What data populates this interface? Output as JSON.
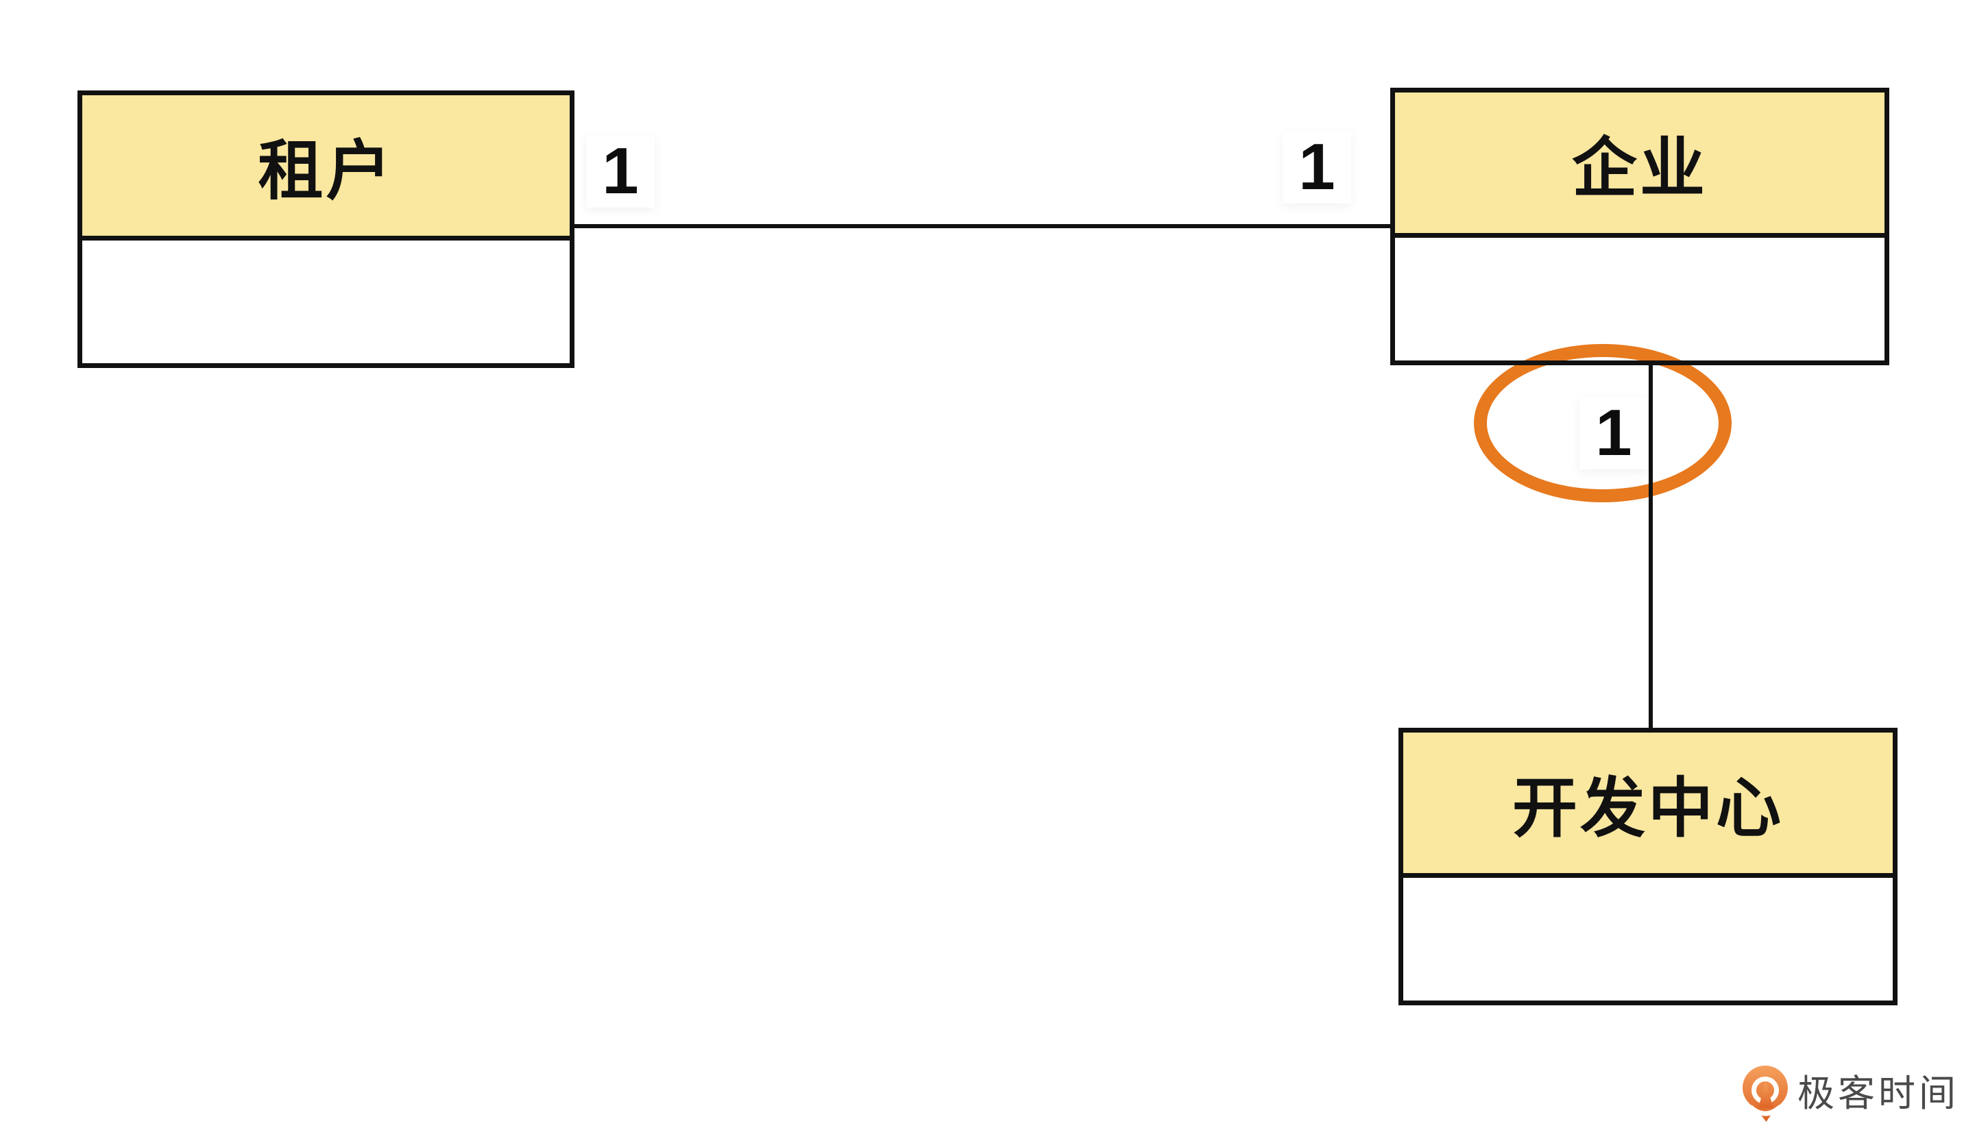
{
  "entities": {
    "tenant": {
      "label": "租户"
    },
    "enterprise": {
      "label": "企业"
    },
    "devcenter": {
      "label": "开发中心"
    }
  },
  "relations": {
    "tenant_enterprise": {
      "tenant_cardinality": "1",
      "enterprise_cardinality": "1"
    },
    "enterprise_devcenter": {
      "enterprise_cardinality": "1"
    }
  },
  "highlight": {
    "shape": "ellipse",
    "color": "#E7791E",
    "target": "enterprise_devcenter.enterprise_cardinality"
  },
  "watermark": {
    "brand": "极客时间"
  },
  "colors": {
    "entity_header_fill": "#FAE7A0",
    "entity_border": "#111111",
    "connector": "#111111",
    "highlight_ellipse": "#E7791E",
    "watermark_text": "#4A4A4A",
    "logo_gradient_top": "#F5A05E",
    "logo_gradient_bottom": "#DD6425"
  }
}
